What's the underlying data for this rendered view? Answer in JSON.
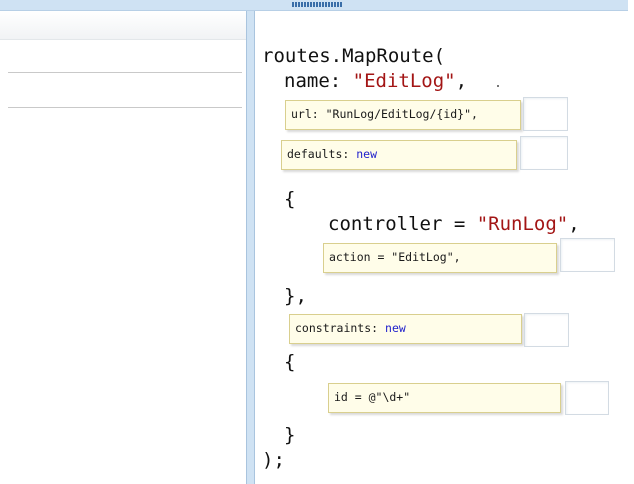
{
  "code": {
    "line1": "routes.MapRoute(",
    "name_key": "name: ",
    "name_val": "\"EditLog\"",
    "name_end": ",",
    "open1": "{",
    "controller_key": "controller = ",
    "controller_val": "\"RunLog\"",
    "controller_end": ",",
    "close1": "},",
    "open2": "{",
    "close2": "}",
    "end": ");"
  },
  "drop_items": {
    "url": "url: \"RunLog/EditLog/{id}\",",
    "defaults_key": "defaults: ",
    "defaults_kw": "new",
    "action": "action = \"EditLog\",",
    "constraints_key": "constraints: ",
    "constraints_kw": "new",
    "id": "id = @\"\\d+\""
  },
  "colors": {
    "string": "#a31515",
    "keyword": "#2222cc",
    "drop_background": "#fffde9",
    "splitter": "#cfe2f3"
  }
}
